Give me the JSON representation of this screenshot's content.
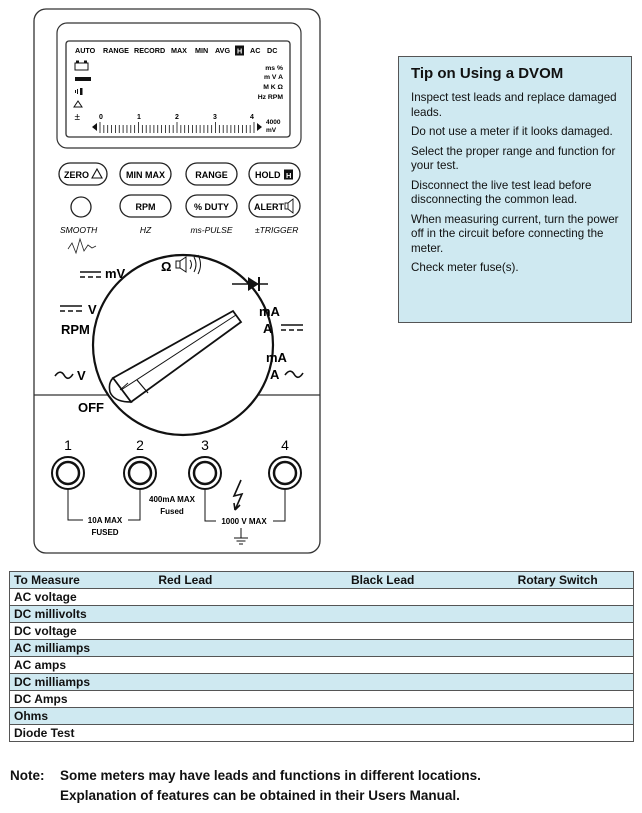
{
  "lcd": {
    "top_labels": [
      "AUTO",
      "RANGE",
      "RECORD",
      "MAX",
      "MIN",
      "AVG",
      "H",
      "AC",
      "DC"
    ],
    "units": [
      "ms %",
      "m V A",
      "M K Ω",
      "Hz RPM"
    ],
    "scale_ticks": [
      "0",
      "1",
      "2",
      "3",
      "4"
    ],
    "scale_max": "4000",
    "scale_unit": "mV"
  },
  "buttons": {
    "zero": "ZERO",
    "minmax": "MIN MAX",
    "range": "RANGE",
    "hold": "HOLD",
    "hold_badge": "H",
    "rpm": "RPM",
    "duty": "% DUTY",
    "alert": "ALERT"
  },
  "button_captions": {
    "smooth": "SMOOTH",
    "hz": "HZ",
    "ms_pulse": "ms-PULSE",
    "trigger": "±TRIGGER"
  },
  "dial": {
    "mv": "mV",
    "ohm": "Ω",
    "v_dc": "V",
    "rpm": "RPM",
    "v_ac": "V",
    "off": "OFF",
    "ma_dc": "mA",
    "a_dc": "A",
    "ma_ac": "mA",
    "a_ac": "A"
  },
  "jacks": {
    "numbers": [
      "1",
      "2",
      "3",
      "4"
    ],
    "j1_label": [
      "10A MAX",
      "FUSED"
    ],
    "j2_label": [
      "400mA MAX",
      "Fused"
    ],
    "j3_label": "1000 V MAX"
  },
  "tip": {
    "title": "Tip on Using a DVOM",
    "items": [
      "Inspect test leads and replace damaged leads.",
      "Do not use a meter if it looks damaged.",
      "Select the proper range and function for your test.",
      "Disconnect the live test lead before disconnecting the common lead.",
      "When measuring current, turn the power off in the circuit before connecting the meter.",
      "Check meter fuse(s)."
    ]
  },
  "table": {
    "headers": [
      "To Measure",
      "Red Lead",
      "Black Lead",
      "Rotary Switch"
    ],
    "rows": [
      "AC voltage",
      "DC millivolts",
      "DC voltage",
      "AC milliamps",
      "AC amps",
      "DC milliamps",
      "DC Amps",
      "Ohms",
      "Diode Test"
    ]
  },
  "note": {
    "label": "Note:",
    "line1": "Some meters may have leads and functions in different locations.",
    "line2": "Explanation of features can be obtained in their Users Manual."
  }
}
